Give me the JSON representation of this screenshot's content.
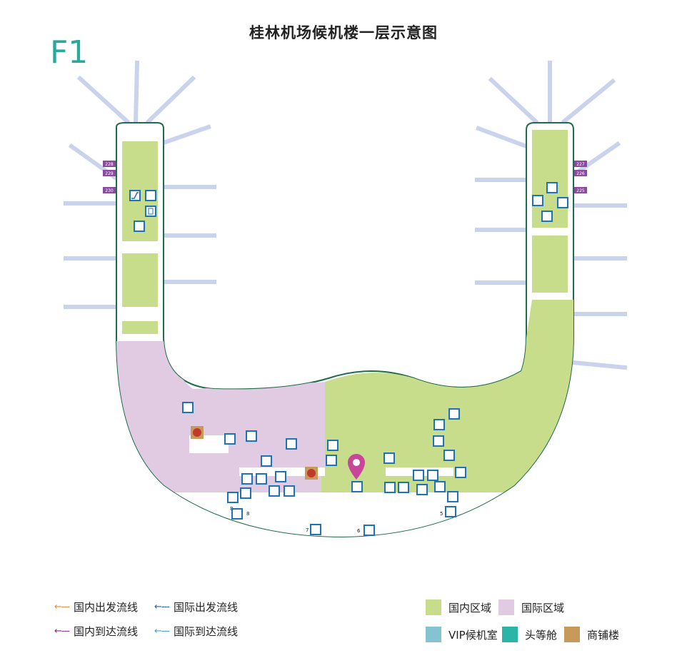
{
  "title": "桂林机场候机楼一层示意图",
  "floor": "F1",
  "gates_left": [
    "228",
    "229",
    "230"
  ],
  "gates_right": [
    "227",
    "226",
    "225"
  ],
  "entrances": [
    "8",
    "8",
    "7",
    "6",
    "5"
  ],
  "colors": {
    "domestic": "#c8dd8c",
    "international": "#e1cbe3",
    "vip": "#86c3d1",
    "first_class": "#2bb5a6",
    "shops": "#c79a5c",
    "outline": "#1f6b4a",
    "bridge": "#c9d4ec",
    "icon": "#1e73b8",
    "marker": "#c8459a",
    "gate_badge": "#8a4a9e"
  },
  "legend": {
    "flows": [
      {
        "label": "国内出发流线",
        "color": "#f08a24"
      },
      {
        "label": "国际出发流线",
        "color": "#1e5fb4"
      },
      {
        "label": "国内到达流线",
        "color": "#8a2a8a"
      },
      {
        "label": "国际到达流线",
        "color": "#39a4dd"
      }
    ],
    "areas": [
      {
        "label": "国内区域",
        "color": "#c8dd8c"
      },
      {
        "label": "国际区域",
        "color": "#e1cbe3"
      },
      {
        "label": "VIP候机室",
        "color": "#86c3d1"
      },
      {
        "label": "头等舱",
        "color": "#2bb5a6"
      },
      {
        "label": "商铺楼",
        "color": "#c79a5c"
      }
    ]
  }
}
